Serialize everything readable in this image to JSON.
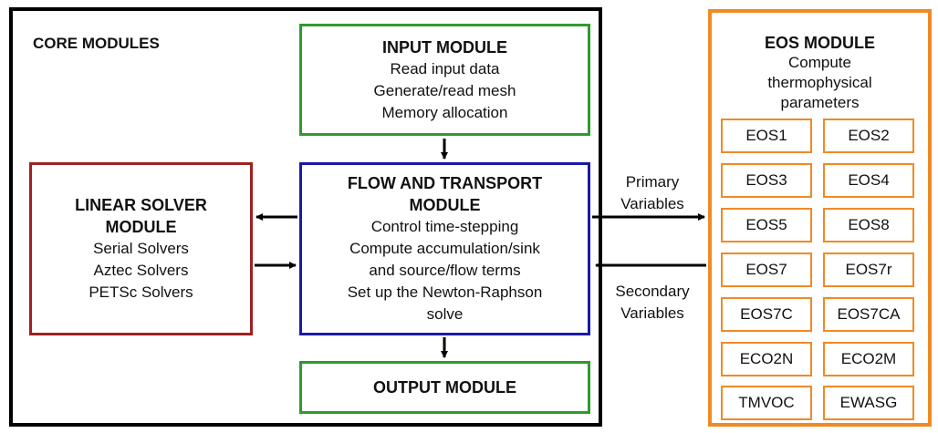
{
  "core": {
    "title": "CORE MODULES"
  },
  "input_module": {
    "title": "INPUT MODULE",
    "lines": [
      "Read input data",
      "Generate/read mesh",
      "Memory allocation"
    ]
  },
  "flow_module": {
    "title_lines": [
      "FLOW AND TRANSPORT",
      "MODULE"
    ],
    "lines": [
      "Control time-stepping",
      "Compute accumulation/sink",
      "and source/flow terms",
      "Set up the Newton-Raphson",
      "solve"
    ]
  },
  "output_module": {
    "title": "OUTPUT MODULE"
  },
  "linear_module": {
    "title_lines": [
      "LINEAR SOLVER",
      "MODULE"
    ],
    "lines": [
      "Serial Solvers",
      "Aztec Solvers",
      "PETSc Solvers"
    ]
  },
  "eos_module": {
    "title": "EOS MODULE",
    "lines": [
      "Compute",
      "thermophysical",
      "parameters"
    ],
    "items": [
      "EOS1",
      "EOS2",
      "EOS3",
      "EOS4",
      "EOS5",
      "EOS8",
      "EOS7",
      "EOS7r",
      "EOS7C",
      "EOS7CA",
      "ECO2N",
      "ECO2M",
      "TMVOC",
      "EWASG"
    ]
  },
  "primary_label": [
    "Primary",
    "Variables"
  ],
  "secondary_label": [
    "Secondary",
    "Variables"
  ],
  "colors": {
    "core_border": "#000000",
    "input_border": "#2e9a2e",
    "flow_border": "#1a1aa8",
    "linear_border": "#a02020",
    "eos_border": "#f08a24"
  }
}
